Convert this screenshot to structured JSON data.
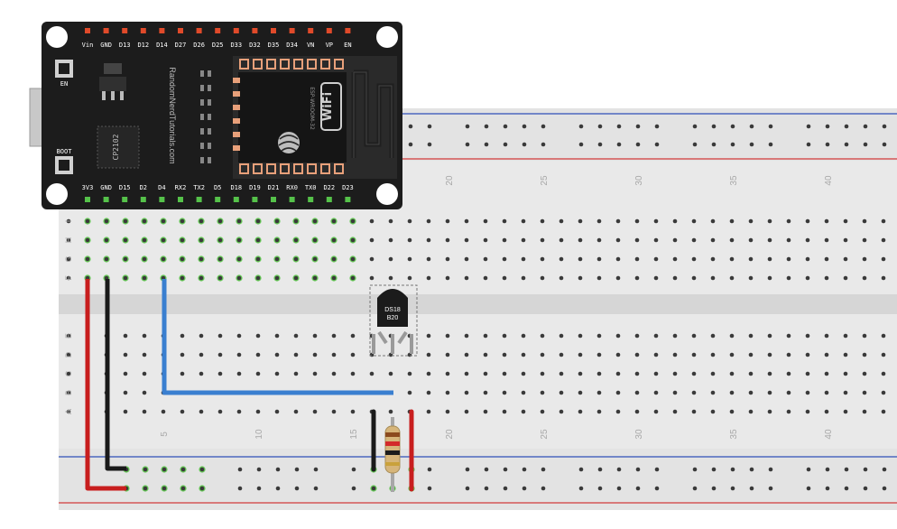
{
  "board": {
    "top_pins": [
      "Vin",
      "GND",
      "D13",
      "D12",
      "D14",
      "D27",
      "D26",
      "D25",
      "D33",
      "D32",
      "D35",
      "D34",
      "VN",
      "VP",
      "EN"
    ],
    "bottom_pins": [
      "3V3",
      "GND",
      "D15",
      "D2",
      "D4",
      "RX2",
      "TX2",
      "D5",
      "D18",
      "D19",
      "D21",
      "RX0",
      "TX0",
      "D22",
      "D23"
    ],
    "en_label": "EN",
    "boot_label": "BOOT",
    "vertical_text": "RandomNerdTutorials.com",
    "chip_label": "CP2102",
    "module_label": "ESP-WROOM-32",
    "wifi_label": "WiFi"
  },
  "breadboard": {
    "row_letters_top": [
      "J",
      "I",
      "H",
      "G",
      "F"
    ],
    "row_letters_bottom": [
      "E",
      "D",
      "C",
      "B",
      "A"
    ],
    "col_numbers_top": [
      "20",
      "25",
      "30",
      "35",
      "40"
    ],
    "col_numbers_bottom": [
      "5",
      "10",
      "15",
      "20",
      "25",
      "30",
      "35",
      "40"
    ]
  },
  "sensor": {
    "label_line1": "DS18",
    "label_line2": "B20"
  },
  "colors": {
    "wire_red": "#c81e1e",
    "wire_black": "#1a1a1a",
    "wire_blue": "#3a7fd0",
    "board_black": "#1c1c1c",
    "breadboard": "#e7e7e7",
    "rail_red": "#d23a3a",
    "rail_blue": "#2f4fb8",
    "hole_green": "#5cc24a"
  }
}
